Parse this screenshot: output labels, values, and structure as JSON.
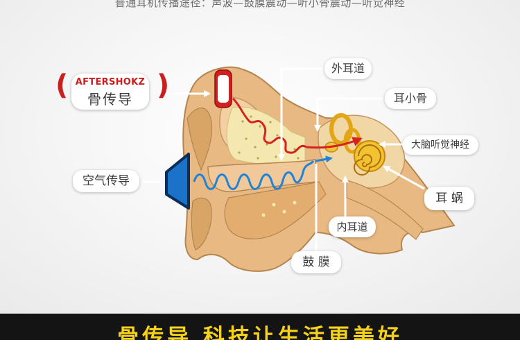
{
  "top_caption": "普通耳机传播途径：声波—鼓膜震动—听小骨震动—听觉神经",
  "bone_label": {
    "brand": "AFTERSHOKZ",
    "text": "骨传导"
  },
  "labels": {
    "air": "空气传导",
    "outer_canal": "外耳道",
    "ossicles": "耳小骨",
    "nerve": "大脑听觉神经",
    "cochlea": "耳 蜗",
    "inner_canal": "内耳道",
    "eardrum": "鼓 膜"
  },
  "slogan": "骨传导  科技让生活更美好",
  "colors": {
    "bone_path": "#d4231f",
    "air_path": "#1f84d8",
    "skin": "#e7b981",
    "accent_red": "#c8201e",
    "slogan_yellow": "#f6d21a",
    "bar_bg": "#141414"
  }
}
